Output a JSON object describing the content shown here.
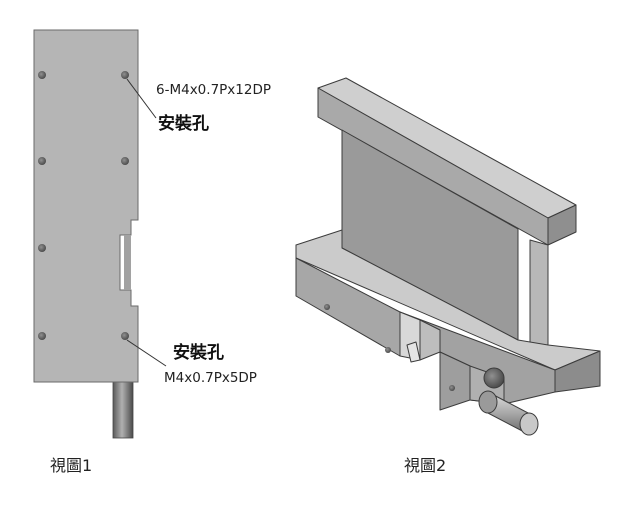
{
  "view1": {
    "hole_spec_top": "6-M4x0.7Px12DP",
    "hole_label_top": "安裝孔",
    "hole_label_bottom": "安裝孔",
    "hole_spec_bottom": "M4x0.7Px5DP",
    "caption": "視圖1"
  },
  "view2": {
    "caption": "視圖2"
  },
  "colors": {
    "plate": "#b5b5b5",
    "plate_edge": "#6a6a6a",
    "top_face": "#cfcfcf",
    "front_face": "#a9a9a9",
    "side_face": "#8f8f8f",
    "web_face": "#999999",
    "leader": "#333333"
  }
}
